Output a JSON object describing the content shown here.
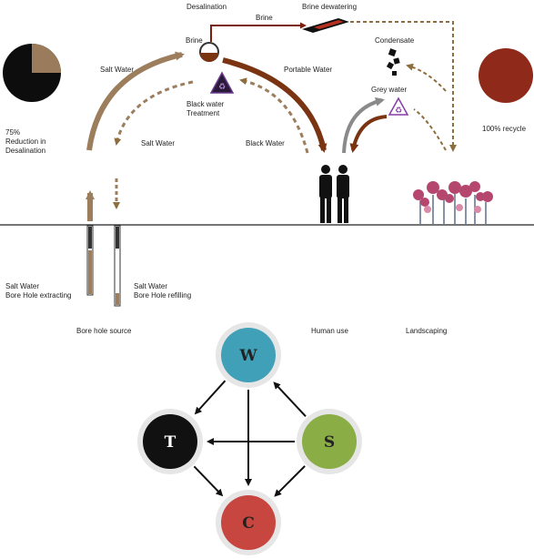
{
  "labels": {
    "desalination": "Desalination",
    "brine": "Brine",
    "brine_line": "Brine",
    "brine_dewatering": "Brine dewatering",
    "condensate": "Condensate",
    "salt_water_up": "Salt Water",
    "portable_water": "Portable Water",
    "grey_water": "Grey water",
    "black_water_treatment_1": "Black water",
    "black_water_treatment_2": "Treatment",
    "salt_water_down": "Salt Water",
    "black_water": "Black Water",
    "reduction_pct": "75%",
    "reduction_1": "Reduction in",
    "reduction_2": "Desalination",
    "recycle": "100% recycle",
    "bore_extract_1": "Salt Water",
    "bore_extract_2": "Bore Hole extracting",
    "bore_refill_1": "Salt Water",
    "bore_refill_2": "Bore Hole refilling",
    "bore_source": "Bore hole source",
    "human_use": "Human use",
    "landscaping": "Landscaping"
  },
  "pie": {
    "reduction_fraction": 0.75
  },
  "graph": {
    "nodes": [
      {
        "id": "W",
        "label": "W",
        "color": "#3fa0b8"
      },
      {
        "id": "T",
        "label": "T",
        "color": "#111111"
      },
      {
        "id": "S",
        "label": "S",
        "color": "#8aad45"
      },
      {
        "id": "C",
        "label": "C",
        "color": "#c7463f"
      }
    ],
    "edges": [
      [
        "W",
        "T"
      ],
      [
        "W",
        "C"
      ],
      [
        "S",
        "W"
      ],
      [
        "S",
        "T"
      ],
      [
        "S",
        "C"
      ],
      [
        "T",
        "C"
      ]
    ]
  },
  "colors": {
    "salt": "#9c7e5d",
    "brine": "#7a1e10",
    "portable": "#7a3412",
    "recycle_circle": "#8f2a1a",
    "grey_arrow": "#8a8a8a",
    "dashed": "#8e6d3e"
  }
}
